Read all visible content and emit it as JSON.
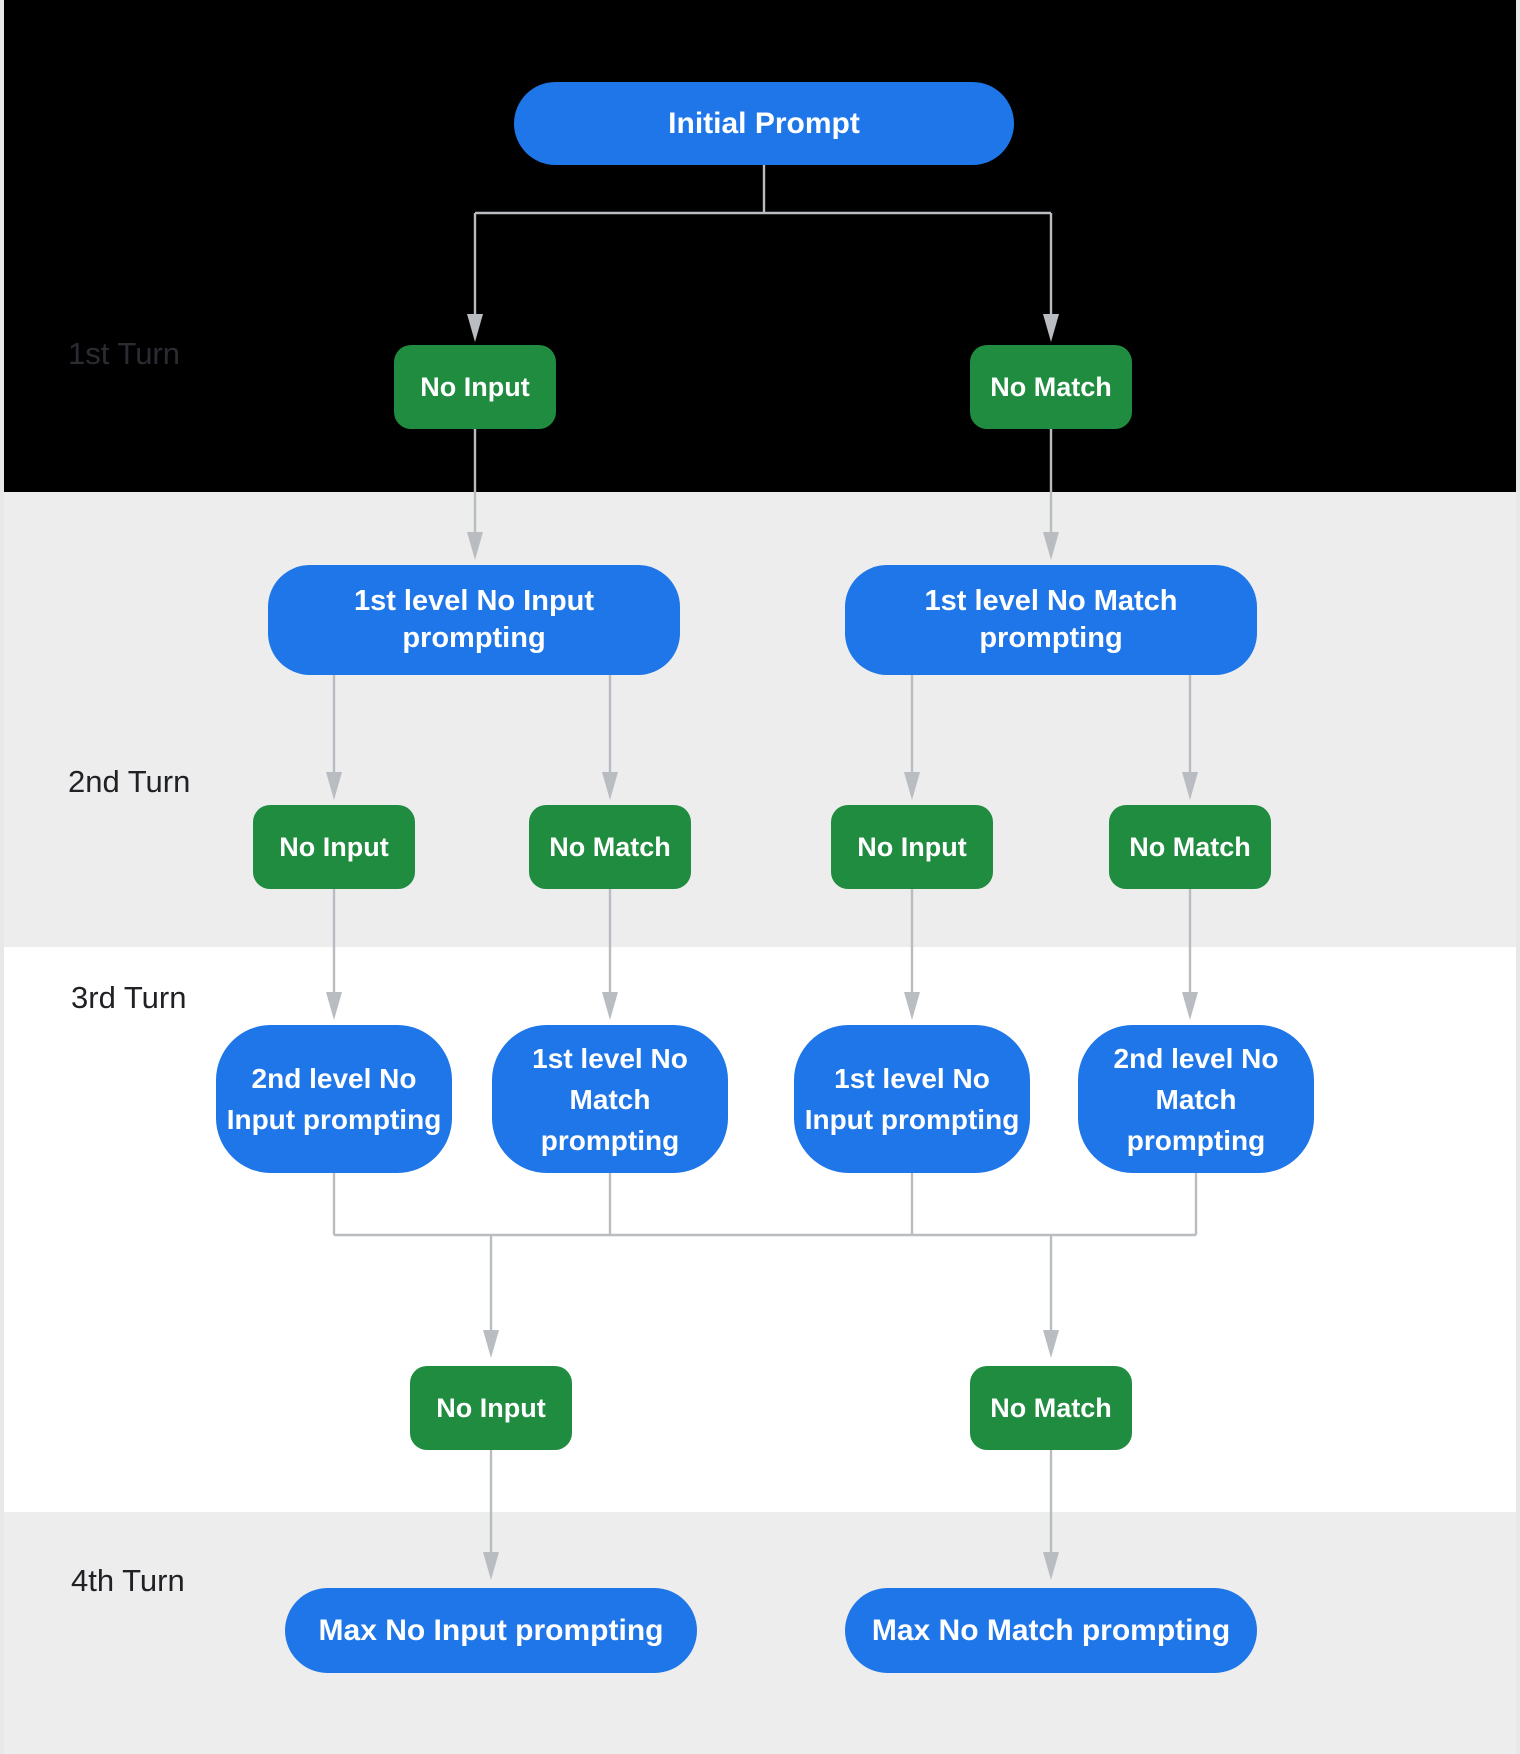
{
  "colors": {
    "blue": "#1E76E8",
    "green": "#1F8C3F",
    "line": "#B9BCC0",
    "bg_black": "#000000",
    "bg_gray": "#EDEDEE",
    "bg_white": "#FFFFFF",
    "edge_gray": "#E7E8EA",
    "label_dark": "#202124",
    "label_on_black": "#2A2C31",
    "text_white": "#FFFFFF"
  },
  "turns": [
    {
      "label": "1st Turn"
    },
    {
      "label": "2nd Turn"
    },
    {
      "label": "3rd Turn"
    },
    {
      "label": "4th Turn"
    }
  ],
  "nodes": {
    "initial_prompt": "Initial Prompt",
    "r1_no_input": "No Input",
    "r1_no_match": "No Match",
    "t2_level1_no_input": "1st level No Input prompting",
    "t2_level1_no_match": "1st level No Match prompting",
    "r2_no_input_a": "No Input",
    "r2_no_match_a": "No Match",
    "r2_no_input_b": "No Input",
    "r2_no_match_b": "No Match",
    "t3_level2_no_input": "2nd level No Input prompting",
    "t3_level1_no_match": "1st level No Match prompting",
    "t3_level1_no_input": "1st level No Input prompting",
    "t3_level2_no_match": "2nd level No Match prompting",
    "r3_no_input": "No Input",
    "r3_no_match": "No Match",
    "max_no_input": "Max No Input prompting",
    "max_no_match": "Max No Match prompting"
  }
}
